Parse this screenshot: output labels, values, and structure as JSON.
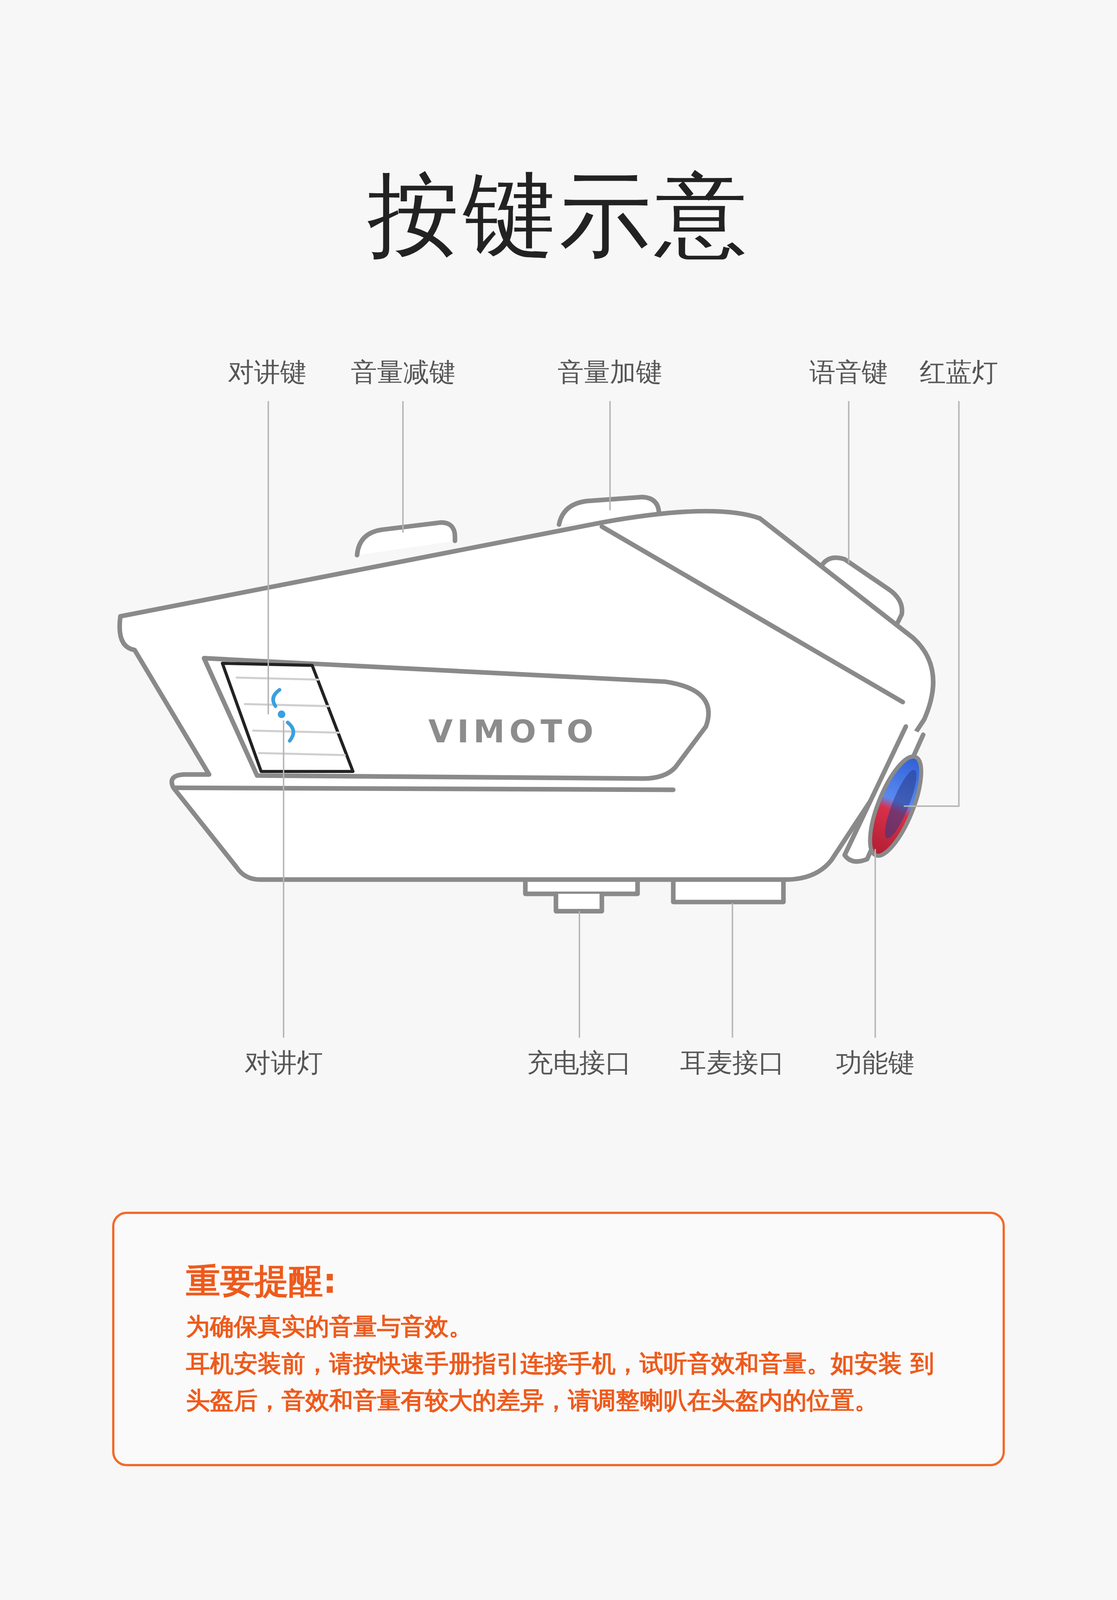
{
  "diagram": {
    "title": "按键示意",
    "nodes": [
      {
        "text": [
          "重要提醒:",
          "为确保真实的音量与音效。",
          "耳机安装前，请按快速手册指引连接手机，试听音效和音量。如安装 到头盔后，音效和音量有较大的差异，请调整喇叭在头盔内的位置。"
        ]
      }
    ],
    "labels": [
      "对讲键",
      "音量减键",
      "音量加键",
      "语音键",
      "红蓝灯",
      "对讲灯",
      "充电接口",
      "耳麦接口",
      "功能键",
      "VIMOTO"
    ]
  }
}
